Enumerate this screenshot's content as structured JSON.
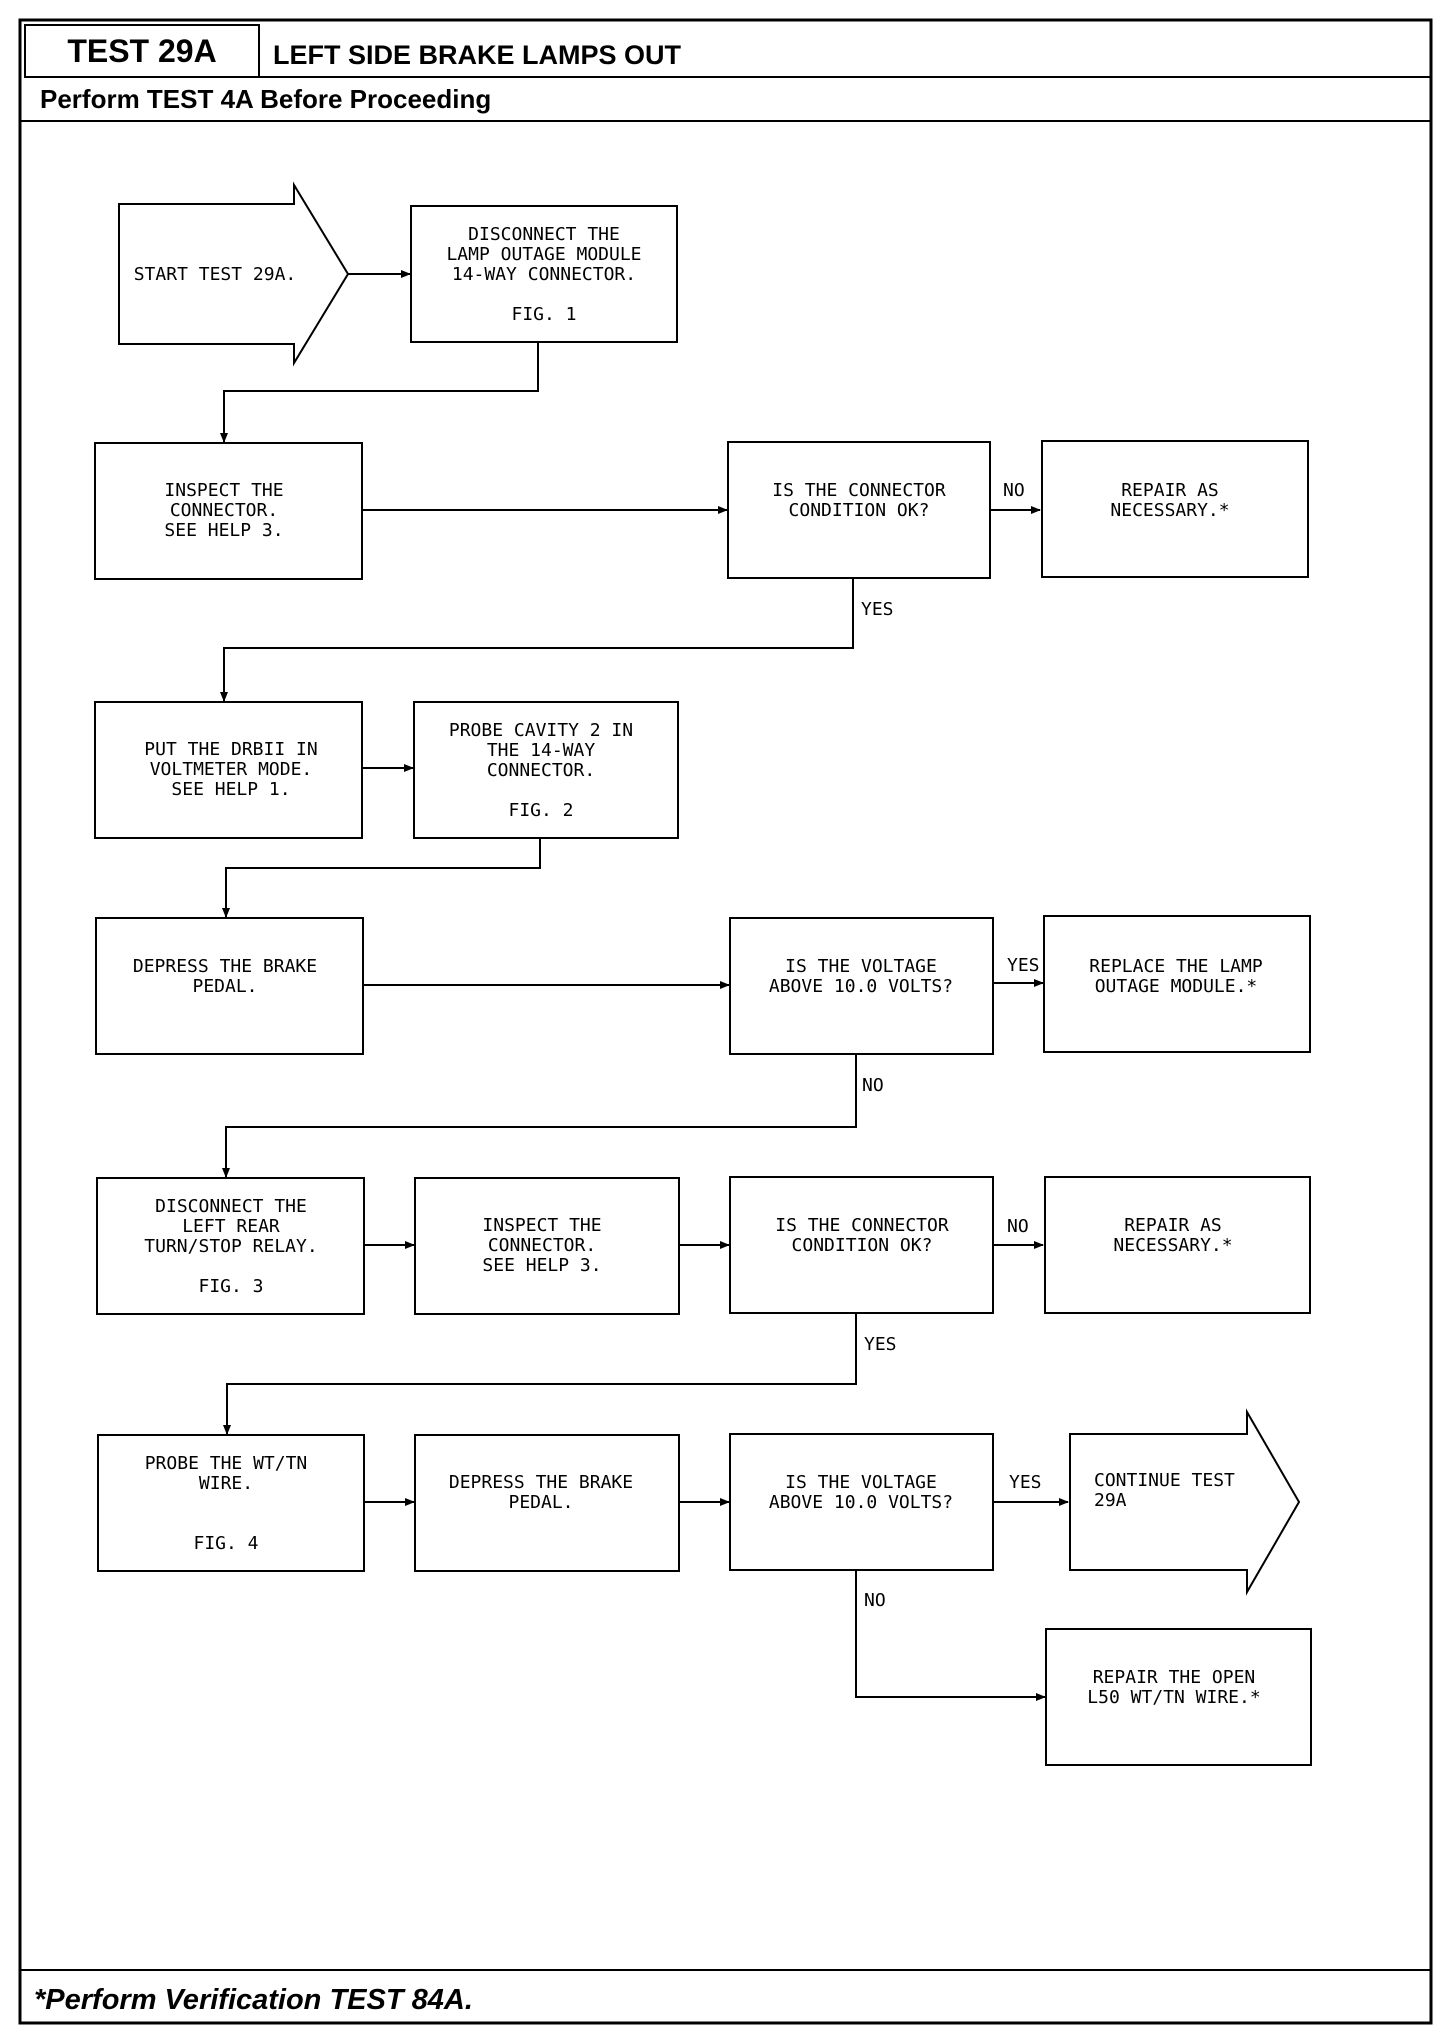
{
  "header": {
    "test_id": "TEST 29A",
    "title": "LEFT SIDE BRAKE LAMPS OUT",
    "prerequisite": "Perform TEST 4A Before Proceeding"
  },
  "footer": {
    "note": "*Perform Verification TEST 84A."
  },
  "steps": {
    "start": [
      "START TEST 29A."
    ],
    "disconnect_lom": [
      "DISCONNECT THE",
      "LAMP OUTAGE MODULE",
      "14-WAY CONNECTOR.",
      "",
      "FIG. 1"
    ],
    "inspect_1": [
      "INSPECT THE",
      "CONNECTOR.",
      "SEE HELP 3."
    ],
    "q_connector_1": [
      "IS THE CONNECTOR",
      "CONDITION OK?"
    ],
    "repair_1": [
      "REPAIR AS",
      "NECESSARY.*"
    ],
    "drbii": [
      "PUT THE DRBII IN",
      "VOLTMETER MODE.",
      "SEE HELP 1."
    ],
    "probe_cavity": [
      "PROBE CAVITY 2 IN",
      "THE 14-WAY",
      "CONNECTOR.",
      "",
      "FIG. 2"
    ],
    "depress_1": [
      "DEPRESS THE BRAKE",
      "PEDAL."
    ],
    "q_voltage_1": [
      "IS THE VOLTAGE",
      "ABOVE 10.0 VOLTS?"
    ],
    "replace_lom": [
      "REPLACE THE LAMP",
      "OUTAGE MODULE.*"
    ],
    "disconnect_relay": [
      "DISCONNECT THE",
      "LEFT REAR",
      "TURN/STOP RELAY.",
      "",
      "FIG. 3"
    ],
    "inspect_2": [
      "INSPECT THE",
      "CONNECTOR.",
      "SEE HELP 3."
    ],
    "q_connector_2": [
      "IS THE CONNECTOR",
      "CONDITION OK?"
    ],
    "repair_2": [
      "REPAIR AS",
      "NECESSARY.*"
    ],
    "probe_wire": [
      "PROBE THE WT/TN",
      "WIRE.",
      "",
      "",
      "FIG. 4"
    ],
    "depress_2": [
      "DEPRESS THE BRAKE",
      "PEDAL."
    ],
    "q_voltage_2": [
      "IS THE VOLTAGE",
      "ABOVE 10.0 VOLTS?"
    ],
    "continue": [
      "CONTINUE TEST",
      "29A"
    ],
    "repair_open": [
      "REPAIR THE OPEN",
      "L50 WT/TN WIRE.*"
    ]
  },
  "branch_labels": {
    "no_1": "NO",
    "yes_1": "YES",
    "yes_2": "YES",
    "no_2": "NO",
    "no_3": "NO",
    "yes_3": "YES",
    "yes_4": "YES",
    "no_4": "NO"
  }
}
